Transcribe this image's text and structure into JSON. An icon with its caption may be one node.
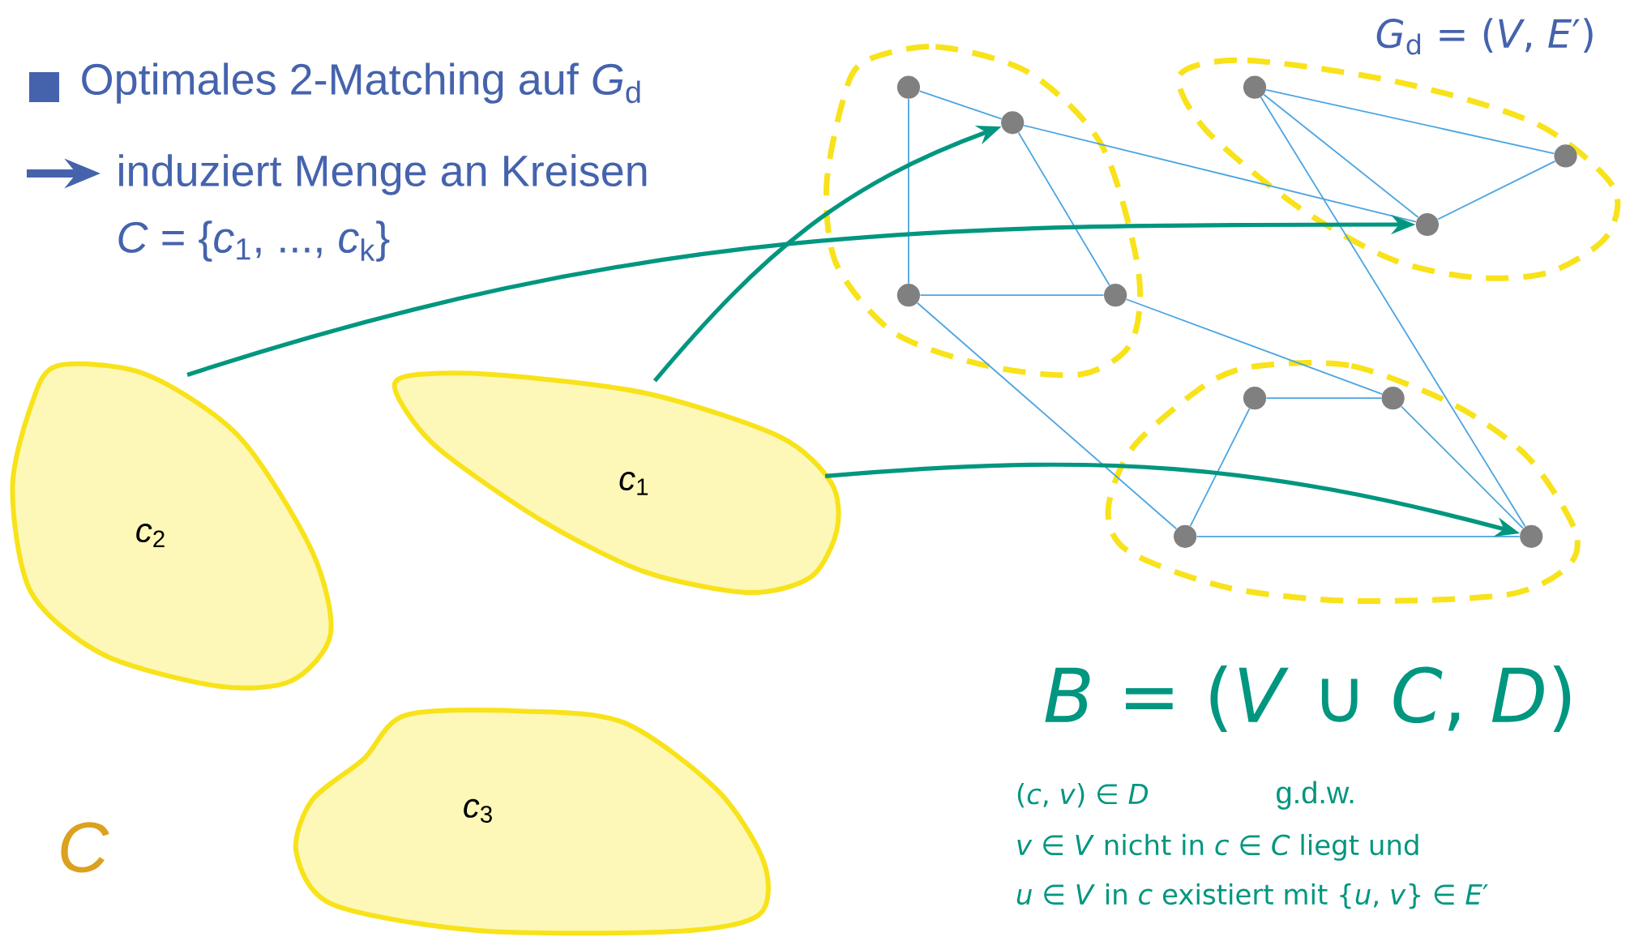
{
  "diagram": {
    "nodes": [
      {
        "text": [],
        "shape": "ellipse"
      },
      {
        "text": [],
        "shape": "circle",
        "in": 0
      },
      {
        "text": [],
        "shape": "circle",
        "in": 0
      },
      {
        "text": [],
        "shape": "circle",
        "in": 0
      },
      {
        "text": [],
        "shape": "circle",
        "in": 0
      },
      {
        "text": [],
        "shape": "ellipse"
      },
      {
        "text": [],
        "shape": "circle",
        "in": 5
      },
      {
        "text": [],
        "shape": "circle",
        "in": 5
      },
      {
        "text": [],
        "shape": "circle",
        "in": 5
      },
      {
        "text": [],
        "shape": "ellipse"
      },
      {
        "text": [],
        "shape": "circle",
        "in": 9
      },
      {
        "text": [],
        "shape": "circle",
        "in": 9
      },
      {
        "text": [],
        "shape": "circle",
        "in": 9
      },
      {
        "text": [],
        "shape": "circle",
        "in": 9
      },
      {
        "text": [
          "*c*$_{2}$"
        ]
      },
      {
        "text": [
          "*c*$_{1}$"
        ]
      },
      {
        "text": [
          "*c*$_{3}$"
        ]
      }
    ],
    "edges": [
      {
        "from": 1,
        "to": 2,
        "arrow": "none"
      },
      {
        "from": 1,
        "to": 3,
        "arrow": "none"
      },
      {
        "from": 2,
        "to": 4,
        "arrow": "none"
      },
      {
        "from": 2,
        "to": 8,
        "arrow": "none"
      },
      {
        "from": 3,
        "to": 4,
        "arrow": "none"
      },
      {
        "from": 3,
        "to": 12,
        "arrow": "none"
      },
      {
        "from": 4,
        "to": 11,
        "arrow": "none"
      },
      {
        "from": 6,
        "to": 7,
        "arrow": "none"
      },
      {
        "from": 6,
        "to": 8,
        "arrow": "none"
      },
      {
        "from": 6,
        "to": 13,
        "arrow": "none"
      },
      {
        "from": 7,
        "to": 8,
        "arrow": "none"
      },
      {
        "from": 10,
        "to": 11,
        "arrow": "none"
      },
      {
        "from": 10,
        "to": 12,
        "arrow": "none"
      },
      {
        "from": 11,
        "to": 13,
        "arrow": "none"
      },
      {
        "from": 12,
        "to": 13,
        "arrow": "none"
      },
      {
        "from": 14,
        "to": 8,
        "arrow": "to",
        "style": "thick",
        "color": "#00967f"
      },
      {
        "from": 15,
        "to": 2,
        "arrow": "to",
        "style": "thick",
        "color": "#00967f"
      },
      {
        "from": 15,
        "to": 13,
        "arrow": "to",
        "style": "thick",
        "color": "#00967f"
      }
    ],
    "labels": [
      "Optimales 2-Matching auf *G*$_{d}$",
      "induziert Menge an Kreisen",
      "*C* = {*c*$_{1}$, ..., *c*$_{k}$}",
      "*G*$_{d}$ = (*V*, *E*′)",
      "*B* = (*V* ∪ *C*, *D*)",
      "(*c*, *v*) ∈ *D*",
      "g.d.w.",
      "*v* ∈ *V* nicht in *c* ∈ *C* liegt und",
      "*u* ∈ *V* in *c* existiert mit {*u*, *v*} ∈ *E*′",
      "*C*"
    ]
  }
}
